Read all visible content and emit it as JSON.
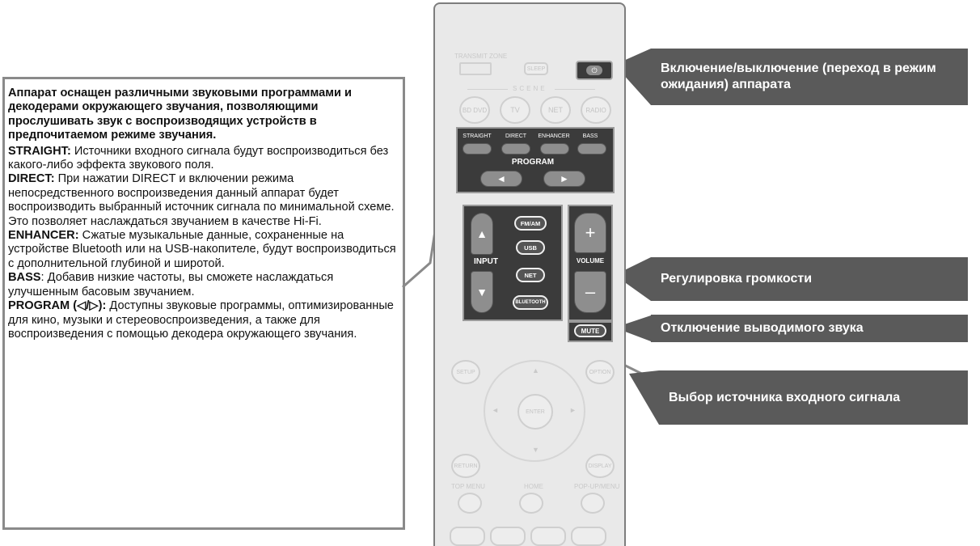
{
  "description": {
    "intro": "Аппарат оснащен различными звуковыми программами и декодерами окружающего звучания, позволяющими прослушивать звук с воспроизводящих устройств в предпочитаемом режиме звучания.",
    "straight_term": "STRAIGHT:",
    "straight_text": " Источники входного сигнала будут воспроизводиться без какого-либо эффекта звукового поля.",
    "direct_term": "DIRECT:",
    "direct_text": " При нажатии DIRECT и включении режима непосредственного воспроизведения данный аппарат будет воспроизводить выбранный источник сигнала по минимальной схеме. Это позволяет наслаждаться звучанием в качестве Hi-Fi.",
    "enhancer_term": "ENHANCER:",
    "enhancer_text": " Сжатые музыкальные данные, сохраненные на устройстве Bluetooth или на USB-накопителе, будут воспроизводиться с дополнительной глубиной и широтой.",
    "bass_term": "BASS",
    "bass_text": ": Добавив низкие частоты, вы сможете наслаждаться улучшенным басовым звучанием.",
    "program_term": "PROGRAM (◁/▷):",
    "program_text": " Доступны звуковые программы, оптимизированные для кино, музыки и стереовоспроизведения, а также для воспроизведения с помощью декодера окружающего звучания."
  },
  "callouts": {
    "power": "Включение/выключение (переход в режим ожидания) аппарата",
    "volume": "Регулировка громкости",
    "mute": "Отключение выводимого звука",
    "input": "Выбор источника входного сигнала"
  },
  "remote": {
    "top_left_faint": "TRANSMIT ZONE",
    "sleep_faint": "SLEEP",
    "scene_faint": "SCENE",
    "scene_buttons": [
      "BD DVD",
      "TV",
      "NET",
      "RADIO"
    ],
    "program_panel": {
      "buttons": [
        "STRAIGHT",
        "DIRECT",
        "ENHANCER",
        "BASS"
      ],
      "program_label": "PROGRAM",
      "left_arrow": "◄",
      "right_arrow": "►"
    },
    "input_panel": {
      "input_label": "INPUT",
      "up_arrow": "▲",
      "down_arrow": "▼",
      "sources": [
        "FM/AM",
        "USB",
        "NET",
        "BLUETOOTH"
      ]
    },
    "volume_panel": {
      "volume_label": "VOLUME",
      "plus": "+",
      "minus": "–"
    },
    "mute_label": "MUTE",
    "faint_lower": {
      "setup": "SETUP",
      "enter": "ENTER",
      "return": "RETURN",
      "display": "DISPLAY",
      "top_menu": "TOP MENU",
      "home": "HOME",
      "popup_menu": "POP-UP/MENU",
      "option": "OPTION"
    }
  },
  "colors": {
    "callout_bg": "#5a5a5a",
    "box_border": "#8a8a8a",
    "panel_dark": "#3b3b3b"
  }
}
